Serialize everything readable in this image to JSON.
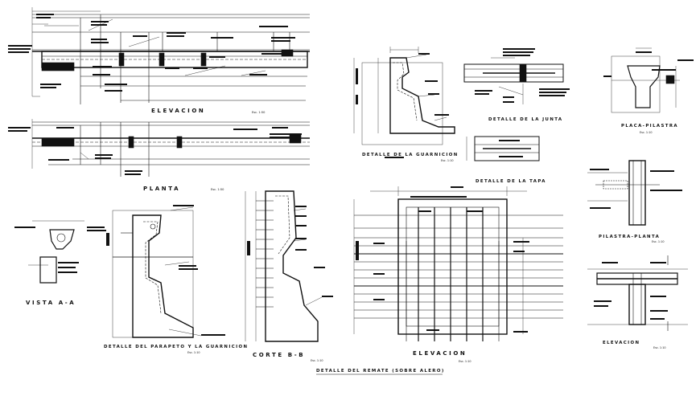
{
  "drawing": {
    "elevacion_top": {
      "title": "ELEVACION",
      "scale": "Esc. 1:50"
    },
    "planta": {
      "title": "PLANTA",
      "scale": "Esc. 1:50"
    },
    "guarnicion": {
      "title": "DETALLE DE LA GUARNICION",
      "scale": "Esc. 1:10"
    },
    "junta": {
      "title": "DETALLE DE LA JUNTA"
    },
    "placa": {
      "title": "PLACA-PILASTRA",
      "scale": "Esc. 1:10"
    },
    "tapa": {
      "title": "DETALLE DE LA TAPA"
    },
    "pilastra": {
      "title": "PILASTRA-PLANTA",
      "scale": "Esc. 1:10"
    },
    "vista": {
      "title": "VISTA A-A"
    },
    "parapeto": {
      "title": "DETALLE DEL PARAPETO Y LA GUARNICION",
      "scale": "Esc. 1:10"
    },
    "corte": {
      "title": "CORTE B-B",
      "scale": "Esc. 1:10"
    },
    "elevacion_mid": {
      "title": "ELEVACION",
      "scale": "Esc. 1:10"
    },
    "elevacion_right": {
      "title": "ELEVACION",
      "scale": "Esc. 1:10"
    },
    "remate": {
      "title": "DETALLE DEL REMATE (SOBRE ALERO)"
    }
  }
}
